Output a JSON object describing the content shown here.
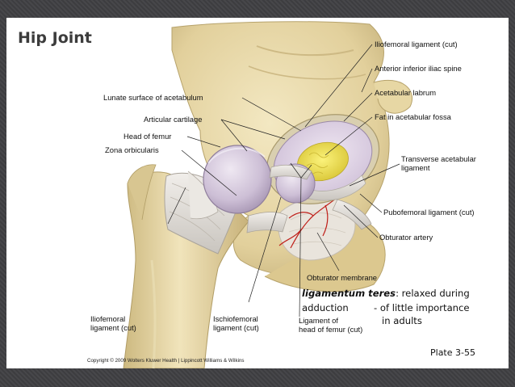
{
  "slide": {
    "title": "Hip Joint",
    "labels": {
      "iliofemoral_cut_top": "Iliofemoral ligament (cut)",
      "anterior_inferior_iliac_spine": "Anterior inferior iliac spine",
      "acetabular_labrum": "Acetabular labrum",
      "fat_in_acetabular_fossa": "Fat in acetabular fossa",
      "transverse_acetabular_ligament_1": "Transverse acetabular",
      "transverse_acetabular_ligament_2": "ligament",
      "pubofemoral_ligament_cut": "Pubofemoral ligament (cut)",
      "obturator_artery": "Obturator artery",
      "obturator_membrane": "Obturator membrane",
      "lunate_surface": "Lunate surface of acetabulum",
      "articular_cartilage": "Articular cartilage",
      "head_of_femur": "Head of femur",
      "zona_orbicularis": "Zona orbicularis",
      "iliofemoral_cut_bottom_1": "Iliofemoral",
      "iliofemoral_cut_bottom_2": "ligament (cut)",
      "ischiofemoral_1": "Ischiofemoral",
      "ischiofemoral_2": "ligament (cut)",
      "ligament_head_1": "Ligament of",
      "ligament_head_2": "head of femur (cut)"
    },
    "note": {
      "term": "ligamentum teres",
      "text_1": ": relaxed during",
      "text_2": "adduction",
      "text_3": "- of little importance",
      "text_4": "in adults"
    },
    "copyright": "Copyright © 2009 Wolters Kluwer Health | Lippincott Williams & Wilkins",
    "plate": "Plate 3-55"
  },
  "colors": {
    "bone": "#e6d7a9",
    "bone_shadow": "#c7b57e",
    "cartilage": "#d8cbe0",
    "fat": "#efe04a",
    "ligament": "#e4e1dc",
    "artery": "#c0201a",
    "background": "#444447"
  }
}
